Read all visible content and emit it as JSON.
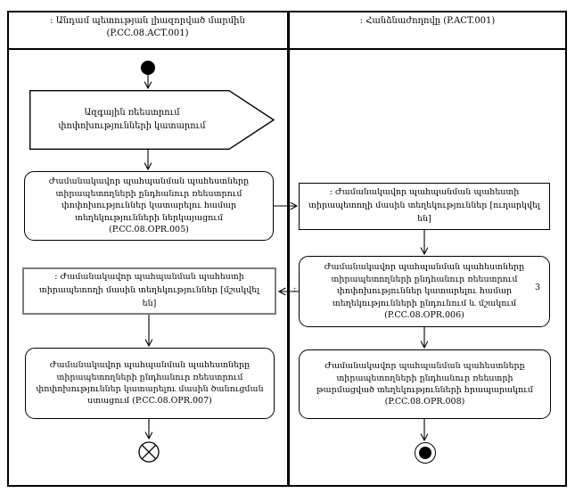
{
  "header": {
    "left_lane": {
      "line1": ": Անդամ պետության լիազորված մարմին",
      "line2": "(P.CC.08.ACT.001)"
    },
    "right_lane": {
      "title": ": Հանձնաժողովը (P.ACT.001)"
    }
  },
  "flow": {
    "signal_send": "Ազգային ռեեստրում փոփոխությունների կատարում",
    "action_opr005": "Ժամանակավոր պահպանման պահեստները տիրապետողների ընդհանուր ռեեստրում փոփոխություններ կատարելու համար տեղեկությունների ներկայացում (P.CC.08.OPR.005)",
    "object_sent": ": Ժամանակավոր պահպանման պահեստի տիրապետողի մասին տեղեկություններ [ուղարկվել են]",
    "action_opr006": "Ժամանակավոր պահպանման պահեստները տիրապետողների ընդհանուր ռեեստրում փոփոխություններ կատարելու համար տեղեկությունների ընդունում և մշակում (P.CC.08.OPR.006)",
    "object_processed": ": Ժամանակավոր պահպանման պահեստի տիրապետողի մասին տեղեկություններ [մշակվել են]",
    "action_opr007": "Ժամանակավոր պահպանման պահեստները տիրապետողների ընդհանուր ռեեստրում փոփոխություններ կատարելու մասին ծանուցման ստացում (P.CC.08.OPR.007)",
    "action_opr008": "Ժամանակավոր պահպանման պահեստները տիրապետողների ընդհանուր ռեեստրի թարմացված տեղեկությունների հրապարակում (P.CC.08.OPR.008)",
    "stray_mark_left": ":",
    "stray_mark_right": "3"
  },
  "colors": {
    "line": "#000000",
    "background": "#ffffff",
    "highlight_border": "#7d7d7d"
  }
}
